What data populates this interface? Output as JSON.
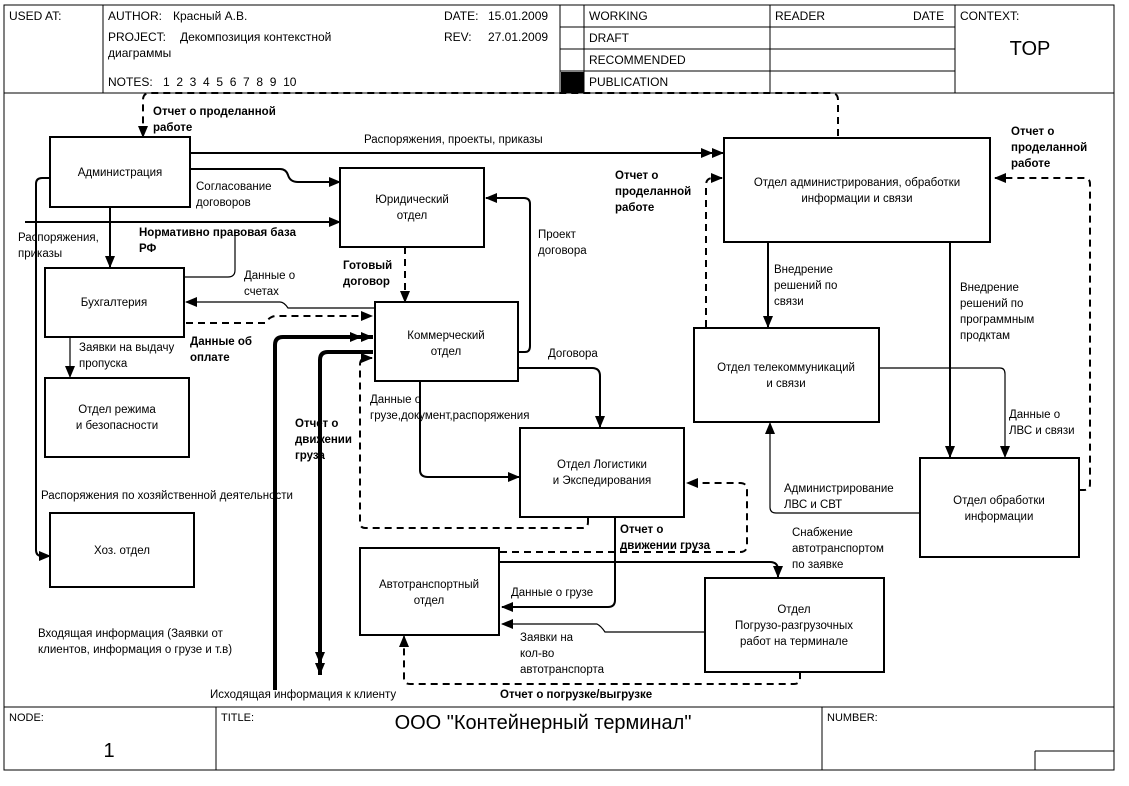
{
  "header": {
    "used_at_label": "USED AT:",
    "author_label": "AUTHOR:",
    "author_value": "Красный А.В.",
    "date_label": "DATE:",
    "date_value": "15.01.2009",
    "project_label": "PROJECT:",
    "project_value_line1": "Декомпозиция контекстной",
    "project_value_line2": "диаграммы",
    "rev_label": "REV:",
    "rev_value": "27.01.2009",
    "notes_label": "NOTES:",
    "notes_value": "1  2  3  4  5  6  7  8  9  10",
    "status_rows": [
      "WORKING",
      "DRAFT",
      "RECOMMENDED",
      "PUBLICATION"
    ],
    "status_selected": "PUBLICATION",
    "reader_label": "READER",
    "reader_date_label": "DATE",
    "context_label": "CONTEXT:",
    "context_value": "TOP"
  },
  "footer": {
    "node_label": "NODE:",
    "node_value": "1",
    "title_label": "TITLE:",
    "title_value": "ООО \"Контейнерный терминал\"",
    "number_label": "NUMBER:"
  },
  "boxes": {
    "admin": [
      "Администрация"
    ],
    "legal": [
      "Юридический",
      "отдел"
    ],
    "accounting": [
      "Бухгалтерия"
    ],
    "commercial": [
      "Коммерческий",
      "отдел"
    ],
    "security": [
      "Отдел режима",
      "и безопасности"
    ],
    "household": [
      "Хоз. отдел"
    ],
    "logistics": [
      "Отдел Логистики",
      "и Экспедирования"
    ],
    "transport": [
      "Автотранспортный",
      "отдел"
    ],
    "loading": [
      "Отдел",
      "Погрузо-разгрузочных",
      "работ на терминале"
    ],
    "it_admin": [
      "Отдел администрирования, обработки",
      "информации и связи"
    ],
    "telecom": [
      "Отдел телекоммуникаций",
      "и связи"
    ],
    "info_processing": [
      "Отдел обработки",
      "информации"
    ]
  },
  "labels": {
    "report_work_top": [
      "Отчет о проделанной",
      "работе"
    ],
    "orders_projects": "Распоряжения, проекты, приказы",
    "contract_approval": [
      "Согласование",
      "договоров"
    ],
    "legal_base": [
      "Нормативно правовая база",
      "РФ"
    ],
    "orders_left": [
      "Распоряжения,",
      "приказы"
    ],
    "ready_contract": [
      "Готовый",
      "договор"
    ],
    "draft_contract": [
      "Проект",
      "договора"
    ],
    "invoice_data": [
      "Данные о",
      "счетах"
    ],
    "payment_data": [
      "Данные об",
      "оплате"
    ],
    "pass_requests": [
      "Заявки на выдачу",
      "пропуска"
    ],
    "contracts": "Договора",
    "report_work_mid": [
      "Отчет о",
      "проделанной",
      "работе"
    ],
    "report_work_right": [
      "Отчет о",
      "проделанной",
      "работе"
    ],
    "comm_solutions": [
      "Внедрение",
      "решений по",
      "связи"
    ],
    "sw_solutions": [
      "Внедрение",
      "решений по",
      "программным",
      "продктам"
    ],
    "lan_data": [
      "Данные о",
      "ЛВС и связи"
    ],
    "lan_admin": [
      "Администрирование",
      "ЛВС и СВТ"
    ],
    "cargo_docs": [
      "Данные о",
      "грузе,документ,распоряжения"
    ],
    "cargo_movement_left": [
      "Отчет о",
      "движении",
      "груза"
    ],
    "household_orders": "Распоряжения по хозяйственной деятельности",
    "cargo_movement_bottom": [
      "Отчет о",
      "движении груза"
    ],
    "transport_supply": [
      "Снабжение",
      "автотранспортом",
      "по заявке"
    ],
    "cargo_data": "Данные о грузе",
    "vehicle_requests": [
      "Заявки на",
      "кол-во",
      "автотранспорта"
    ],
    "incoming_info": [
      "Входящая информация (Заявки от",
      "клиентов, информация о грузе и т.в)"
    ],
    "outgoing_info": "Исходящая информация к клиенту",
    "loading_report": "Отчет о погрузке/выгрузке"
  }
}
